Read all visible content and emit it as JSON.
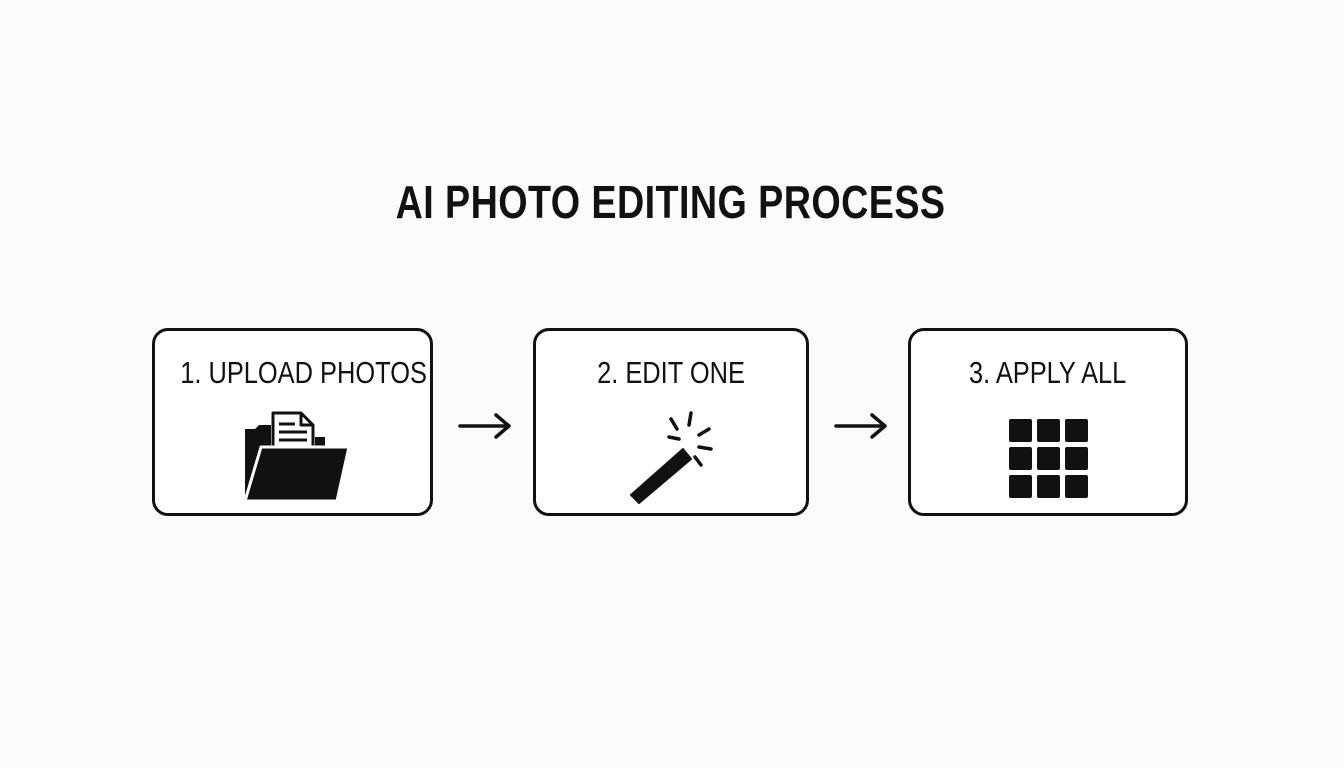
{
  "title": "AI PHOTO EDITING PROCESS",
  "steps": [
    {
      "label": "1. UPLOAD PHOTOS",
      "icon": "folder-with-document-icon"
    },
    {
      "label": "2. EDIT ONE",
      "icon": "magic-wand-icon"
    },
    {
      "label": "3. APPLY ALL",
      "icon": "grid-icon"
    }
  ],
  "connectors": [
    "arrow-right-icon",
    "arrow-right-icon"
  ],
  "colors": {
    "background": "#fbfbfb",
    "ink": "#111111",
    "box_fill": "#ffffff"
  }
}
